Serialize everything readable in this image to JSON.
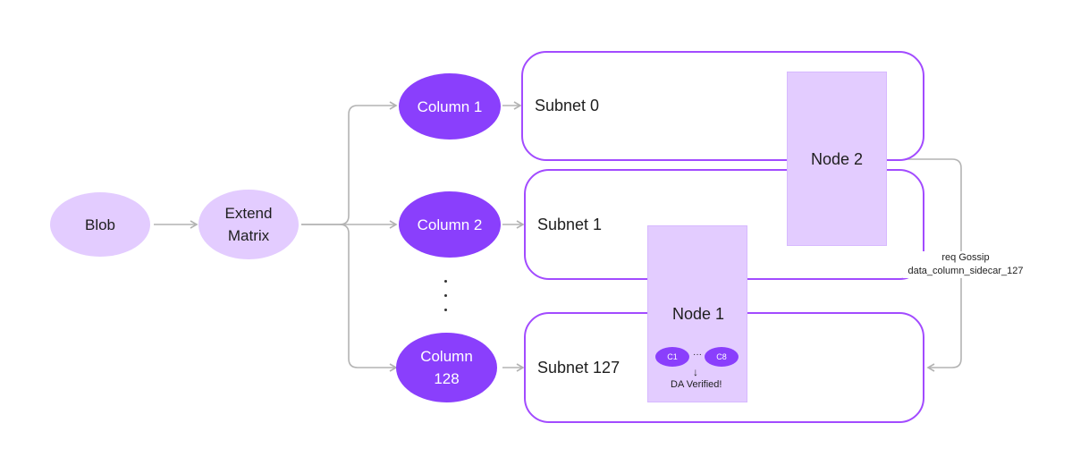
{
  "blob": {
    "label": "Blob"
  },
  "extend_matrix": {
    "line1": "Extend",
    "line2": "Matrix"
  },
  "columns": {
    "c1": "Column 1",
    "c2": "Column 2",
    "c128_line1": "Column",
    "c128_line2": "128"
  },
  "subnets": {
    "s0": "Subnet 0",
    "s1": "Subnet 1",
    "s127": "Subnet 127"
  },
  "nodes": {
    "node1": "Node 1",
    "node2": "Node 2"
  },
  "node1_detail": {
    "c1": "C1",
    "ellipsis": "···",
    "c8": "C8",
    "arrow": "↓",
    "verified": "DA Verified!"
  },
  "gossip": {
    "line1": "req Gossip",
    "line2": "data_column_sidecar_127"
  },
  "colors": {
    "light_purple": "#e3ccff",
    "dark_purple": "#8a3ffc",
    "outline_purple": "#a24bff",
    "arrow_gray": "#b3b3b3"
  }
}
